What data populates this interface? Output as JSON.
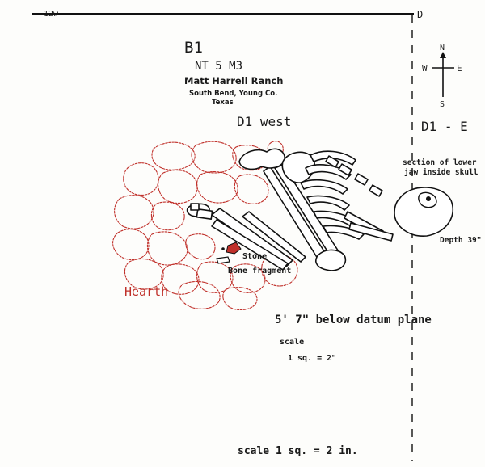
{
  "burial_id": "B1",
  "site_code": "NT 5 M3",
  "site_name": "Matt Harrell Ranch",
  "locality": "South Bend, Young Co.",
  "state": "Texas",
  "grid_west": "D1 west",
  "grid_east": "D1 - E",
  "top_left_mark": "12w",
  "top_right_mark": "D",
  "compass": {
    "north": "N",
    "south": "S",
    "east": "E",
    "west": "W"
  },
  "labels": {
    "jaw_note_line1": "section of lower",
    "jaw_note_line2": "jaw inside skull",
    "depth": "Depth 39\"",
    "stone": "Stone",
    "bone_fragment": "Bone fragment",
    "hearth": "Hearth",
    "datum": "5' 7\" below datum plane",
    "scale_title": "scale",
    "scale_value": "1 sq. = 2\"",
    "bottom_scale": "scale  1 sq. = 2 in."
  },
  "colors": {
    "ink": "#111111",
    "hearth_red": "#c0302a"
  }
}
